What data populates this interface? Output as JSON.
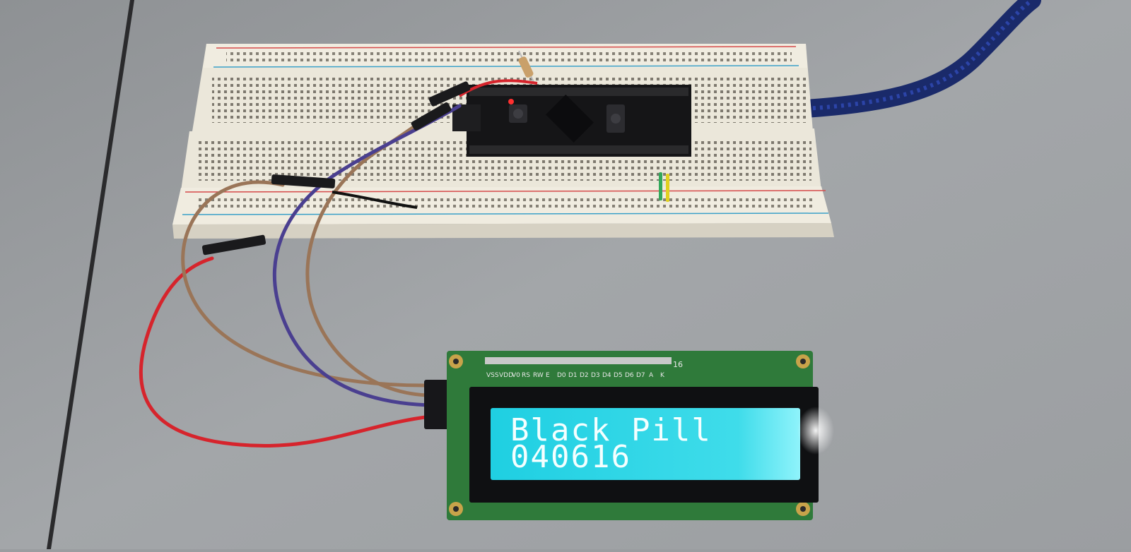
{
  "scene": {
    "colors": {
      "table": "#9a9da0",
      "breadboard": "#eae6d8",
      "lcd_backlight": "#2ed8e8",
      "lcd_text": "#f4ffff",
      "pcb": "#2f7a3a",
      "mcu_board": "#151517",
      "usb_cable": "#1a2a6a",
      "wire_red": "#d6242c",
      "wire_brown": "#9a7558",
      "wire_purple": "#4a3f90"
    }
  },
  "lcd": {
    "line1": "Black Pill",
    "line2": "040616",
    "pin_header_labels": [
      "VSS",
      "VDD",
      "V0",
      "RS",
      "RW",
      "E",
      "D0",
      "D1",
      "D2",
      "D3",
      "D4",
      "D5",
      "D6",
      "D7",
      "A",
      "K"
    ],
    "pin_last_number": "16"
  }
}
